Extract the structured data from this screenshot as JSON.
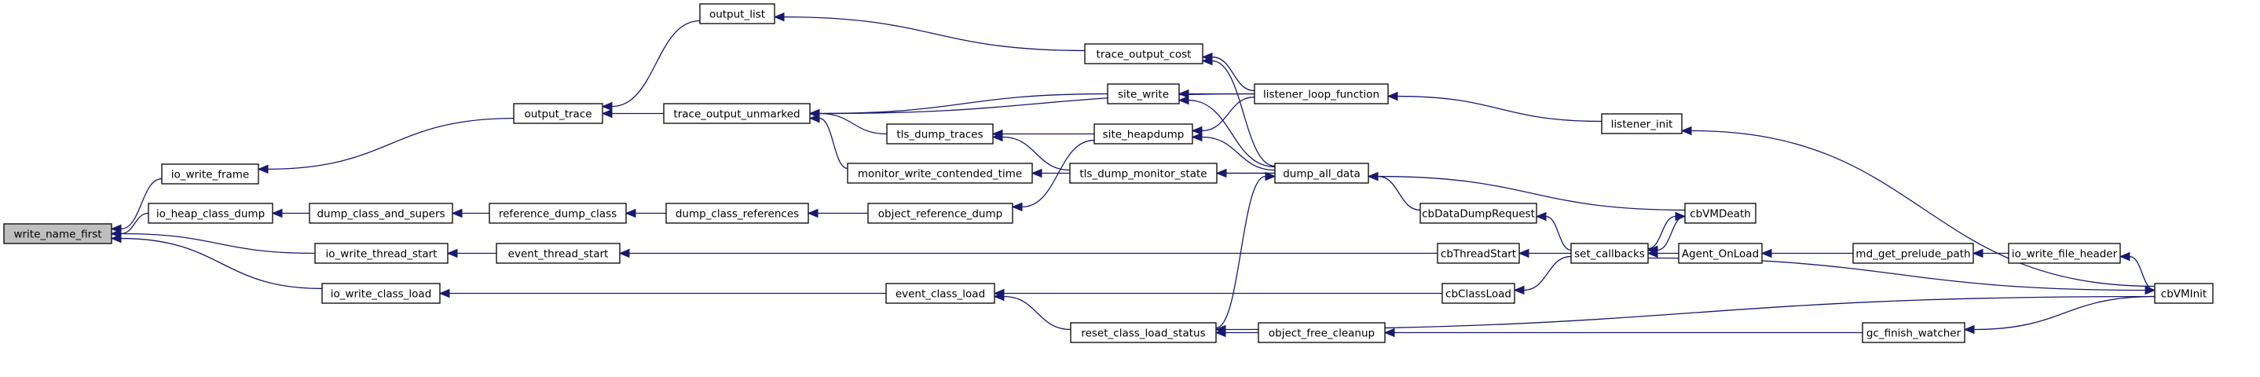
{
  "diagram": {
    "type": "caller-graph",
    "root": "write_name_first",
    "colors": {
      "edge": "#191970",
      "root_fill": "#bfbfbf",
      "node_fill": "#ffffff",
      "border": "#000000"
    },
    "nodes": [
      {
        "id": "write_name_first",
        "label": "write_name_first",
        "root": true
      },
      {
        "id": "io_write_frame",
        "label": "io_write_frame"
      },
      {
        "id": "io_heap_class_dump",
        "label": "io_heap_class_dump"
      },
      {
        "id": "io_write_thread_start",
        "label": "io_write_thread_start"
      },
      {
        "id": "io_write_class_load",
        "label": "io_write_class_load"
      },
      {
        "id": "output_trace",
        "label": "output_trace"
      },
      {
        "id": "dump_class_and_supers",
        "label": "dump_class_and_supers"
      },
      {
        "id": "output_list",
        "label": "output_list"
      },
      {
        "id": "trace_output_unmarked",
        "label": "trace_output_unmarked"
      },
      {
        "id": "reference_dump_class",
        "label": "reference_dump_class"
      },
      {
        "id": "event_thread_start",
        "label": "event_thread_start"
      },
      {
        "id": "dump_class_references",
        "label": "dump_class_references"
      },
      {
        "id": "tls_dump_traces",
        "label": "tls_dump_traces"
      },
      {
        "id": "monitor_write_contended_time",
        "label": "monitor_write_contended_time"
      },
      {
        "id": "object_reference_dump",
        "label": "object_reference_dump"
      },
      {
        "id": "event_class_load",
        "label": "event_class_load"
      },
      {
        "id": "trace_output_cost",
        "label": "trace_output_cost"
      },
      {
        "id": "site_write",
        "label": "site_write"
      },
      {
        "id": "site_heapdump",
        "label": "site_heapdump"
      },
      {
        "id": "tls_dump_monitor_state",
        "label": "tls_dump_monitor_state"
      },
      {
        "id": "reset_class_load_status",
        "label": "reset_class_load_status"
      },
      {
        "id": "listener_loop_function",
        "label": "listener_loop_function"
      },
      {
        "id": "dump_all_data",
        "label": "dump_all_data"
      },
      {
        "id": "object_free_cleanup",
        "label": "object_free_cleanup"
      },
      {
        "id": "cbDataDumpRequest",
        "label": "cbDataDumpRequest"
      },
      {
        "id": "cbThreadStart",
        "label": "cbThreadStart"
      },
      {
        "id": "cbClassLoad",
        "label": "cbClassLoad"
      },
      {
        "id": "listener_init",
        "label": "listener_init"
      },
      {
        "id": "set_callbacks",
        "label": "set_callbacks"
      },
      {
        "id": "cbVMDeath",
        "label": "cbVMDeath"
      },
      {
        "id": "Agent_OnLoad",
        "label": "Agent_OnLoad"
      },
      {
        "id": "md_get_prelude_path",
        "label": "md_get_prelude_path"
      },
      {
        "id": "gc_finish_watcher",
        "label": "gc_finish_watcher"
      },
      {
        "id": "io_write_file_header",
        "label": "io_write_file_header"
      },
      {
        "id": "cbVMInit",
        "label": "cbVMInit"
      }
    ],
    "edges": [
      {
        "from": "io_write_frame",
        "to": "write_name_first"
      },
      {
        "from": "io_heap_class_dump",
        "to": "write_name_first"
      },
      {
        "from": "io_write_thread_start",
        "to": "write_name_first"
      },
      {
        "from": "io_write_class_load",
        "to": "write_name_first"
      },
      {
        "from": "output_trace",
        "to": "io_write_frame"
      },
      {
        "from": "dump_class_and_supers",
        "to": "io_heap_class_dump"
      },
      {
        "from": "event_thread_start",
        "to": "io_write_thread_start"
      },
      {
        "from": "event_class_load",
        "to": "io_write_class_load"
      },
      {
        "from": "output_list",
        "to": "output_trace"
      },
      {
        "from": "trace_output_unmarked",
        "to": "output_trace"
      },
      {
        "from": "reference_dump_class",
        "to": "dump_class_and_supers"
      },
      {
        "from": "dump_class_references",
        "to": "reference_dump_class"
      },
      {
        "from": "object_reference_dump",
        "to": "dump_class_references"
      },
      {
        "from": "trace_output_cost",
        "to": "output_list"
      },
      {
        "from": "listener_loop_function",
        "to": "trace_output_unmarked"
      },
      {
        "from": "site_write",
        "to": "trace_output_unmarked"
      },
      {
        "from": "tls_dump_traces",
        "to": "trace_output_unmarked"
      },
      {
        "from": "monitor_write_contended_time",
        "to": "trace_output_unmarked"
      },
      {
        "from": "site_heapdump",
        "to": "tls_dump_traces"
      },
      {
        "from": "tls_dump_monitor_state",
        "to": "tls_dump_traces"
      },
      {
        "from": "dump_all_data",
        "to": "monitor_write_contended_time"
      },
      {
        "from": "site_heapdump",
        "to": "object_reference_dump"
      },
      {
        "from": "cbThreadStart",
        "to": "event_thread_start"
      },
      {
        "from": "cbClassLoad",
        "to": "event_class_load"
      },
      {
        "from": "reset_class_load_status",
        "to": "event_class_load"
      },
      {
        "from": "listener_loop_function",
        "to": "trace_output_cost"
      },
      {
        "from": "dump_all_data",
        "to": "trace_output_cost"
      },
      {
        "from": "listener_loop_function",
        "to": "site_write"
      },
      {
        "from": "dump_all_data",
        "to": "site_write"
      },
      {
        "from": "listener_loop_function",
        "to": "site_heapdump"
      },
      {
        "from": "dump_all_data",
        "to": "site_heapdump"
      },
      {
        "from": "dump_all_data",
        "to": "tls_dump_monitor_state"
      },
      {
        "from": "reset_class_load_status",
        "to": "dump_all_data"
      },
      {
        "from": "object_free_cleanup",
        "to": "reset_class_load_status"
      },
      {
        "from": "cbVMInit",
        "to": "reset_class_load_status"
      },
      {
        "from": "listener_init",
        "to": "listener_loop_function"
      },
      {
        "from": "cbDataDumpRequest",
        "to": "dump_all_data"
      },
      {
        "from": "cbVMDeath",
        "to": "dump_all_data"
      },
      {
        "from": "gc_finish_watcher",
        "to": "object_free_cleanup"
      },
      {
        "from": "set_callbacks",
        "to": "cbDataDumpRequest"
      },
      {
        "from": "set_callbacks",
        "to": "cbThreadStart"
      },
      {
        "from": "set_callbacks",
        "to": "cbClassLoad"
      },
      {
        "from": "set_callbacks",
        "to": "cbVMDeath"
      },
      {
        "from": "set_callbacks",
        "to": "cbVMInit"
      },
      {
        "from": "cbVMInit",
        "to": "listener_init"
      },
      {
        "from": "cbVMDeath",
        "to": "set_callbacks"
      },
      {
        "from": "Agent_OnLoad",
        "to": "set_callbacks"
      },
      {
        "from": "md_get_prelude_path",
        "to": "Agent_OnLoad"
      },
      {
        "from": "io_write_file_header",
        "to": "md_get_prelude_path"
      },
      {
        "from": "cbVMInit",
        "to": "io_write_file_header"
      },
      {
        "from": "cbVMInit",
        "to": "gc_finish_watcher"
      }
    ]
  }
}
